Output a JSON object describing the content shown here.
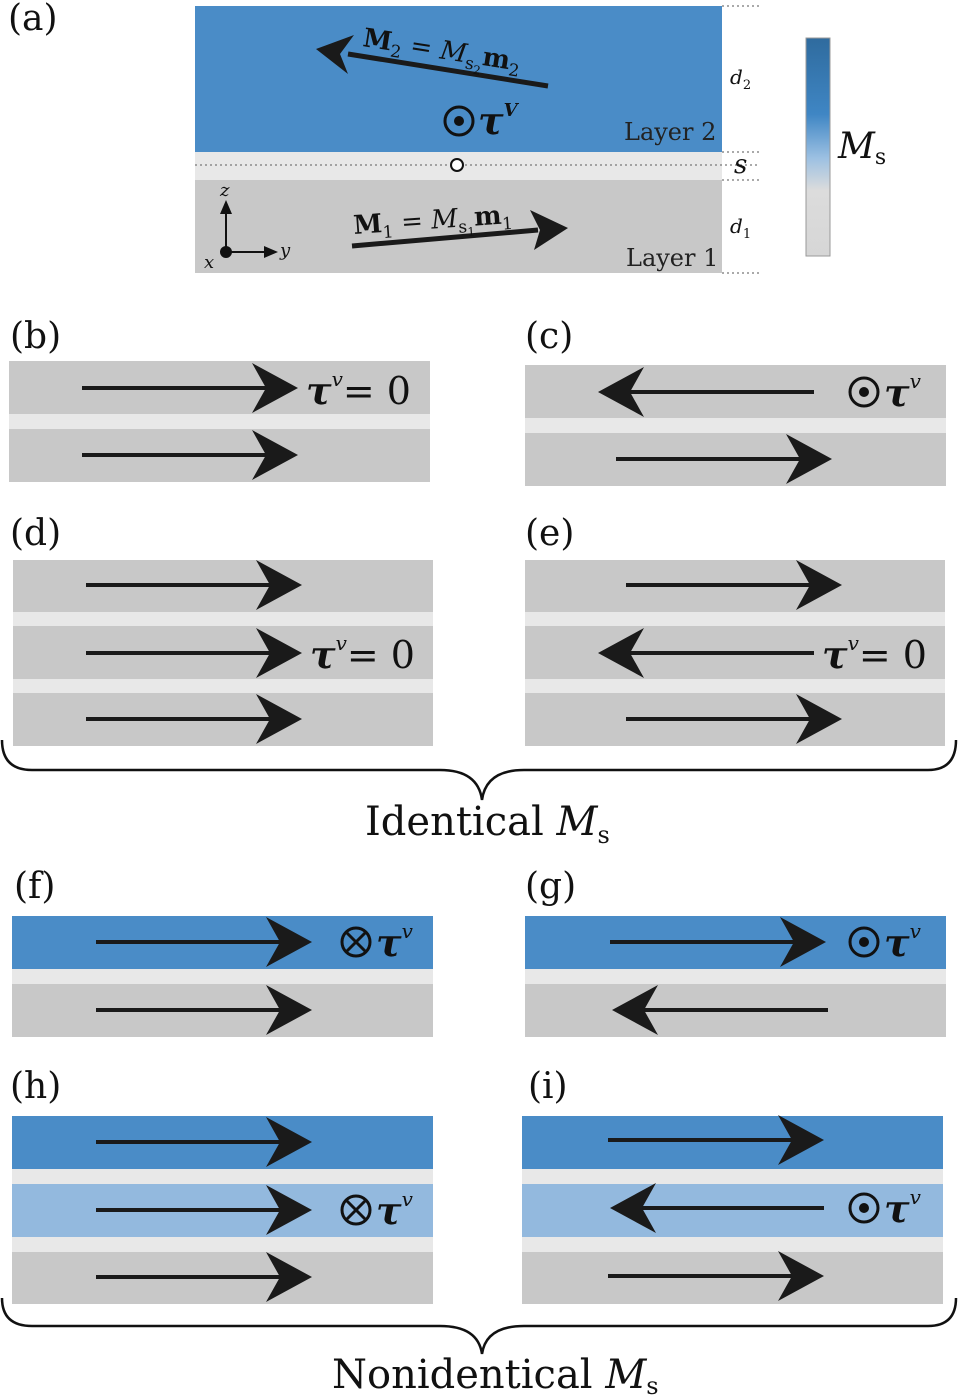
{
  "colors": {
    "layer_gray": "#c8c8c8",
    "spacer": "#e8e8e8",
    "blue_dark": "#4a8cc7",
    "blue_light": "#93b9de",
    "arrow": "#1a1a1a"
  },
  "panel_a": {
    "label": "(a)",
    "layer2_label": "Layer 2",
    "layer1_label": "Layer 1",
    "m2_M": "M",
    "m2_sub": "2",
    "m2_eq": " = ",
    "m2_Ms": "M",
    "m2_ssub": "s",
    "m2_ssub2": "2",
    "m2_m": "m",
    "m2_msub": "2",
    "m1_M": "M",
    "m1_sub": "1",
    "m1_eq": " = ",
    "m1_Ms": "M",
    "m1_ssub": "s",
    "m1_ssub2": "1",
    "m1_m": "m",
    "m1_msub": "1",
    "tau": "τ",
    "tau_sup": "V",
    "d2": "d",
    "d2_sub": "2",
    "s": "s",
    "d1": "d",
    "d1_sub": "1",
    "axis_z": "z",
    "axis_x": "x",
    "axis_y": "y",
    "colorbar_M": "M",
    "colorbar_sub": "s"
  },
  "panels": {
    "b": {
      "label": "(b)",
      "tau": "τ",
      "sup": "v",
      "eq": "= 0"
    },
    "c": {
      "label": "(c)",
      "tau": "τ",
      "sup": "v"
    },
    "d": {
      "label": "(d)",
      "tau": "τ",
      "sup": "v",
      "eq": "= 0"
    },
    "e": {
      "label": "(e)",
      "tau": "τ",
      "sup": "v",
      "eq": "= 0"
    },
    "f": {
      "label": "(f)",
      "tau": "τ",
      "sup": "v"
    },
    "g": {
      "label": "(g)",
      "tau": "τ",
      "sup": "v"
    },
    "h": {
      "label": "(h)",
      "tau": "τ",
      "sup": "v"
    },
    "i": {
      "label": "(i)",
      "tau": "τ",
      "sup": "v"
    }
  },
  "captions": {
    "identical_text": "Identical ",
    "identical_M": "M",
    "identical_sub": "s",
    "nonidentical_text": "Nonidentical ",
    "nonidentical_M": "M",
    "nonidentical_sub": "s"
  }
}
